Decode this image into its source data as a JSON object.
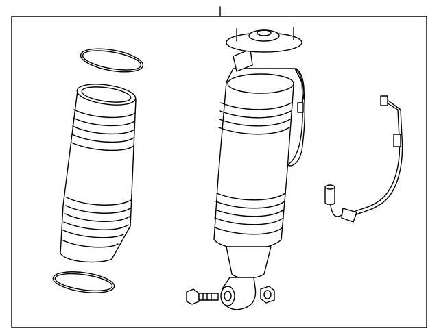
{
  "diagram": {
    "parts": [
      "upper-o-ring",
      "dust-boot",
      "lower-o-ring",
      "air-strut-assembly",
      "mount-bolt",
      "lower-nut",
      "sensor-harness"
    ],
    "line_color": "#000000",
    "background_color": "#ffffff"
  }
}
